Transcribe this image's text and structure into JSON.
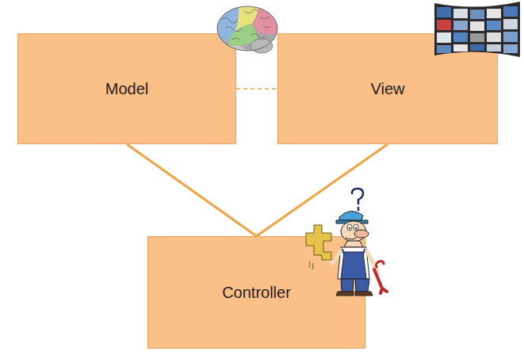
{
  "diagram": {
    "nodes": [
      {
        "text": [
          "Model"
        ]
      },
      {
        "text": [
          "View"
        ]
      },
      {
        "text": [
          "Controller"
        ]
      }
    ],
    "edges": [
      {
        "from": 0,
        "to": 1,
        "arrow": "none"
      },
      {
        "from": 0,
        "to": 2,
        "arrow": "none"
      },
      {
        "from": 1,
        "to": 2,
        "arrow": "none"
      }
    ]
  }
}
